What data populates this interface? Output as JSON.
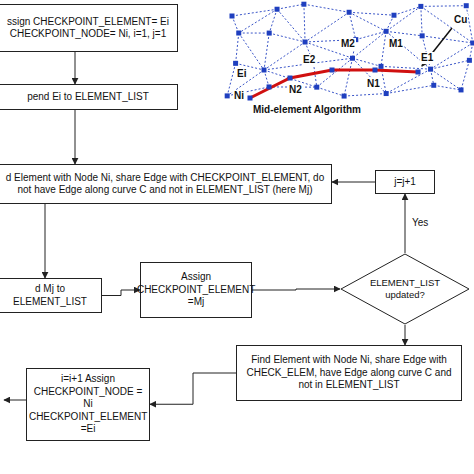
{
  "diagram": {
    "nodes": [
      {
        "text": [
          "ssign CHECKPOINT_ELEMENT= Ei CHECKPOINT_NODE= Ni, i=1, j=1"
        ]
      },
      {
        "text": [
          "pend Ei to ELEMENT_LIST"
        ]
      },
      {
        "text": [
          "d Element with Node Ni, share Edge with CHECKPOINT_ELEMENT, do not have Edge along curve C and not in ELEMENT_LIST (here Mj)"
        ]
      },
      {
        "text": [
          "d Mj to ELEMENT_LIST"
        ]
      },
      {
        "text": [
          "Assign CHECKPOINT_ELEMENT =Mj"
        ]
      },
      {
        "text": [
          "ELEMENT_LIST updated?"
        ]
      },
      {
        "text": [
          "j=j+1"
        ]
      },
      {
        "text": [
          "Find Element with Node Ni, share Edge with CHECK_ELEM, have Edge along curve C and not in ELEMENT_LIST"
        ]
      },
      {
        "text": [
          "i=i+1 Assign CHECKPOINT_NODE = Ni CHECKPOINT_ELEMENT =Ei"
        ]
      }
    ],
    "edges": [
      {
        "from": 0,
        "to": 1,
        "arrow": "to"
      },
      {
        "from": 1,
        "to": 2,
        "arrow": "to"
      },
      {
        "from": 2,
        "to": 3,
        "arrow": "to"
      },
      {
        "from": 3,
        "to": 4,
        "arrow": "to"
      },
      {
        "from": 4,
        "to": 5,
        "arrow": "to"
      },
      {
        "from": 5,
        "to": 6,
        "label": "Yes",
        "arrow": "to"
      },
      {
        "from": 6,
        "to": 2,
        "arrow": "to"
      },
      {
        "from": 5,
        "to": 7,
        "arrow": "to"
      },
      {
        "from": 7,
        "to": 8,
        "arrow": "to"
      }
    ],
    "labels": [
      "Mid-element Algorithm",
      "Cu",
      "M2",
      "M1",
      "E2",
      "E1",
      "N2",
      "N1",
      "Ei",
      "Ni"
    ]
  }
}
